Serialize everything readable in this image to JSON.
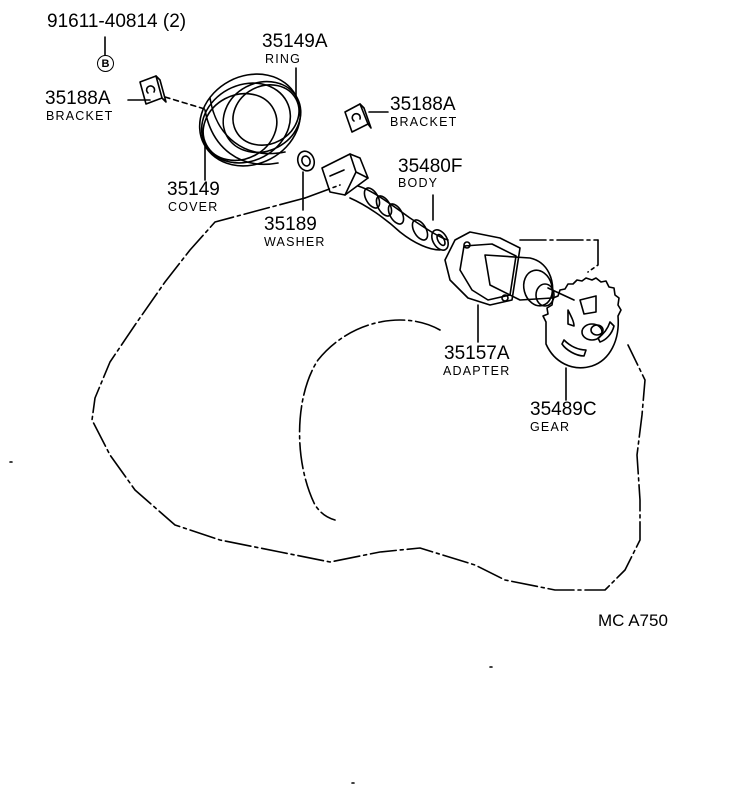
{
  "diagram_code": "MC A750",
  "badge_letter": "B",
  "parts": {
    "bolt": {
      "number": "91611-40814 (2)"
    },
    "ring": {
      "number": "35149A",
      "name": "RING"
    },
    "bracket_left": {
      "number": "35188A",
      "name": "BRACKET"
    },
    "bracket_right": {
      "number": "35188A",
      "name": "BRACKET"
    },
    "cover": {
      "number": "35149",
      "name": "COVER"
    },
    "washer": {
      "number": "35189",
      "name": "WASHER"
    },
    "body": {
      "number": "35480F",
      "name": "BODY"
    },
    "adapter": {
      "number": "35157A",
      "name": "ADAPTER"
    },
    "gear": {
      "number": "35489C",
      "name": "GEAR"
    }
  },
  "colors": {
    "line": "#000000",
    "background": "#ffffff"
  }
}
